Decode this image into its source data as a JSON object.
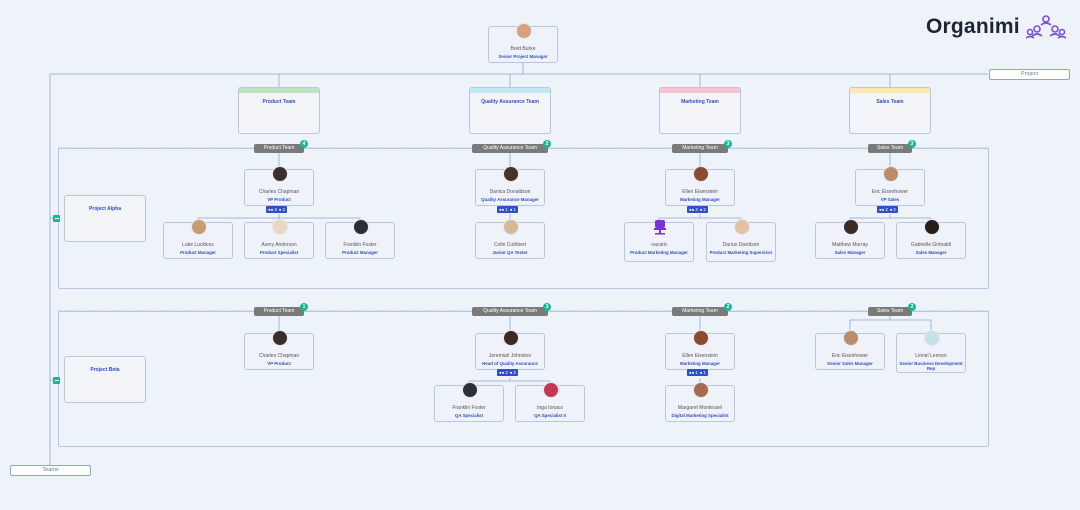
{
  "brand": {
    "name": "Organimi",
    "accent": "#7b4fd6"
  },
  "labels": {
    "project": "Project",
    "teams": "Teams"
  },
  "root": {
    "name": "Brett Burke",
    "title": "Senior Project Manager"
  },
  "teams_top": [
    {
      "label": "Product Team",
      "color": "#bfe3c0"
    },
    {
      "label": "Quality Assurance Team",
      "color": "#bfe8f3"
    },
    {
      "label": "Marketing Team",
      "color": "#f6c2d4"
    },
    {
      "label": "Sales Team",
      "color": "#fbe9b3"
    }
  ],
  "projects": {
    "alpha": {
      "label": "Project Alpha",
      "groups": {
        "product": {
          "label": "Product Team",
          "count": "4"
        },
        "qa": {
          "label": "Quality Assurance Team",
          "count": "2"
        },
        "marketing": {
          "label": "Marketing Team",
          "count": "3"
        },
        "sales": {
          "label": "Sales Team",
          "count": "3"
        }
      },
      "people": {
        "charles": {
          "name": "Charles Chapman",
          "title": "VP Product",
          "badge_a": "3",
          "badge_b": "3"
        },
        "luke": {
          "name": "Luke Luckless",
          "title": "Product Manager"
        },
        "avery": {
          "name": "Avery Anderson",
          "title": "Product Specialist"
        },
        "franklin": {
          "name": "Franklin Foster",
          "title": "Product Manager"
        },
        "danica": {
          "name": "Danica Donaldson",
          "title": "Quality Assurance Manager",
          "badge_a": "1",
          "badge_b": "1"
        },
        "colin": {
          "name": "Colin Cuthbert",
          "title": "Junior QA Tester"
        },
        "ellen": {
          "name": "Ellen Eisenstein",
          "title": "Marketing Manager",
          "badge_a": "2",
          "badge_b": "2"
        },
        "vacant": {
          "name": "-vacant-",
          "title": "Product Marketing Manager"
        },
        "darius": {
          "name": "Darius Davidson",
          "title": "Product Marketing Supervisor"
        },
        "eric": {
          "name": "Eric Eisenhower",
          "title": "VP Sales",
          "badge_a": "2",
          "badge_b": "2"
        },
        "matthew": {
          "name": "Matthew Murray",
          "title": "Sales Manager"
        },
        "gabrielle": {
          "name": "Gabrielle Grimaldi",
          "title": "Sales Manager"
        }
      }
    },
    "beta": {
      "label": "Project Beta",
      "groups": {
        "product": {
          "label": "Product Team",
          "count": "1"
        },
        "qa": {
          "label": "Quality Assurance Team",
          "count": "3"
        },
        "marketing": {
          "label": "Marketing Team",
          "count": "2"
        },
        "sales": {
          "label": "Sales Team",
          "count": "2"
        }
      },
      "people": {
        "charles": {
          "name": "Charles Chapman",
          "title": "VP Product"
        },
        "jeremiah": {
          "name": "Jeremiah Johnston",
          "title": "Head of Quality Assurance",
          "badge_a": "2",
          "badge_b": "2"
        },
        "franklin": {
          "name": "Franklin Foster",
          "title": "QA Specialist"
        },
        "inga": {
          "name": "Inga Ionacs",
          "title": "QA Specialist II"
        },
        "ellen": {
          "name": "Ellen Eisenstein",
          "title": "Marketing Manager",
          "badge_a": "1",
          "badge_b": "1"
        },
        "margaret": {
          "name": "Margaret Montessel",
          "title": "Digital Marketing Specialist"
        },
        "eric": {
          "name": "Eric Eisenhower",
          "title": "Senior Sales Manager"
        },
        "lionel": {
          "name": "Lionel Lennon",
          "title": "Senior Business Development Rep"
        }
      }
    }
  }
}
